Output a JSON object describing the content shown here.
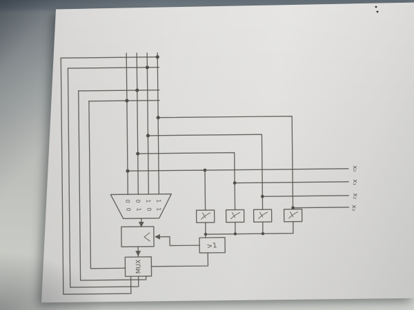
{
  "diagram": {
    "mux": {
      "bits": [
        [
          "0",
          "0",
          "1",
          "1"
        ],
        [
          "0",
          "1",
          "0",
          "1"
        ]
      ]
    },
    "register": {
      "clock_symbol": "<"
    },
    "mux_box_label": "MUX",
    "or_gate_label": ">1",
    "gate_symbol": "/",
    "outputs": [
      {
        "label": "x₀"
      },
      {
        "label": "x₁"
      },
      {
        "label": "x₂"
      },
      {
        "label": "x₃"
      }
    ],
    "colors": {
      "pencil": "#54524c",
      "paper": "#dfdedc",
      "table_top": "#6a747c",
      "table_bottom": "#cdcfca"
    }
  }
}
